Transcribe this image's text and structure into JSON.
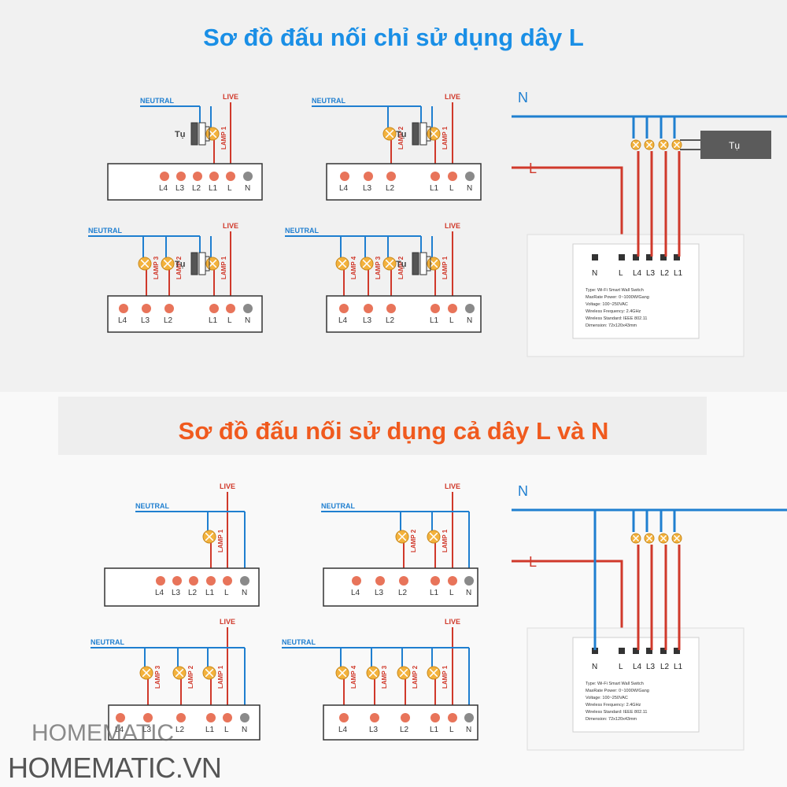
{
  "title_top": "Sơ đồ đấu nối chỉ sử dụng dây L",
  "title_bottom": "Sơ đồ đấu nối sử dụng cả dây L và N",
  "labels": {
    "neutral": "NEUTRAL",
    "live": "LIVE",
    "capacitor": "Tụ",
    "N": "N",
    "L": "L",
    "lamp1": "LAMP 1",
    "lamp2": "LAMP 2",
    "lamp3": "LAMP 3",
    "lamp4": "LAMP 4"
  },
  "terminals": [
    "L4",
    "L3",
    "L2",
    "L1",
    "L",
    "N"
  ],
  "switch_module": {
    "terminals": [
      "N",
      "L",
      "L4",
      "L3",
      "L2",
      "L1"
    ],
    "spec": [
      "Type: Wi-Fi Smart Wall Switch",
      "MaxRate Power: 0~1000W/Gang",
      "Voltage: 100~250VAC",
      "Wireless Frequency: 2.4GHz",
      "Wireless Standard: IEEE 802.11",
      "Dimension: 72x120x43mm"
    ]
  },
  "watermark": {
    "logo_text": "HOMEMATIC",
    "url": "HOMEMATIC.VN"
  },
  "colors": {
    "neutral_wire": "#1f7fd0",
    "live_wire": "#d0392b",
    "title_top": "#1a8fe6",
    "title_bottom": "#f05a1e",
    "terminal": "#e8745a",
    "terminal_n": "#8a8a8a",
    "lamp": "#f3b23c"
  }
}
